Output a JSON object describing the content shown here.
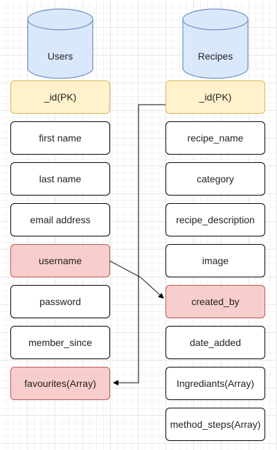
{
  "collections": {
    "users": {
      "name": "Users",
      "fields": [
        "_id(PK)",
        "first name",
        "last name",
        "email address",
        "username",
        "password",
        "member_since",
        "favourites(Array)"
      ]
    },
    "recipes": {
      "name": "Recipes",
      "fields": [
        "_id(PK)",
        "recipe_name",
        "category",
        "recipe_description",
        "image",
        "created_by",
        "date_added",
        "Ingrediants(Array)",
        "method_steps(Array)"
      ]
    }
  },
  "colors": {
    "database_fill": "#dae8fc",
    "database_stroke": "#6c8ebf",
    "primary_key_fill": "#fff2cc",
    "primary_key_stroke": "#d6b656",
    "foreign_key_fill": "#f8cecc",
    "foreign_key_stroke": "#b85450"
  },
  "relations": [
    {
      "from": "Users.username",
      "to": "Recipes.created_by"
    },
    {
      "from": "Recipes._id(PK)",
      "to": "Users.favourites(Array)"
    }
  ]
}
